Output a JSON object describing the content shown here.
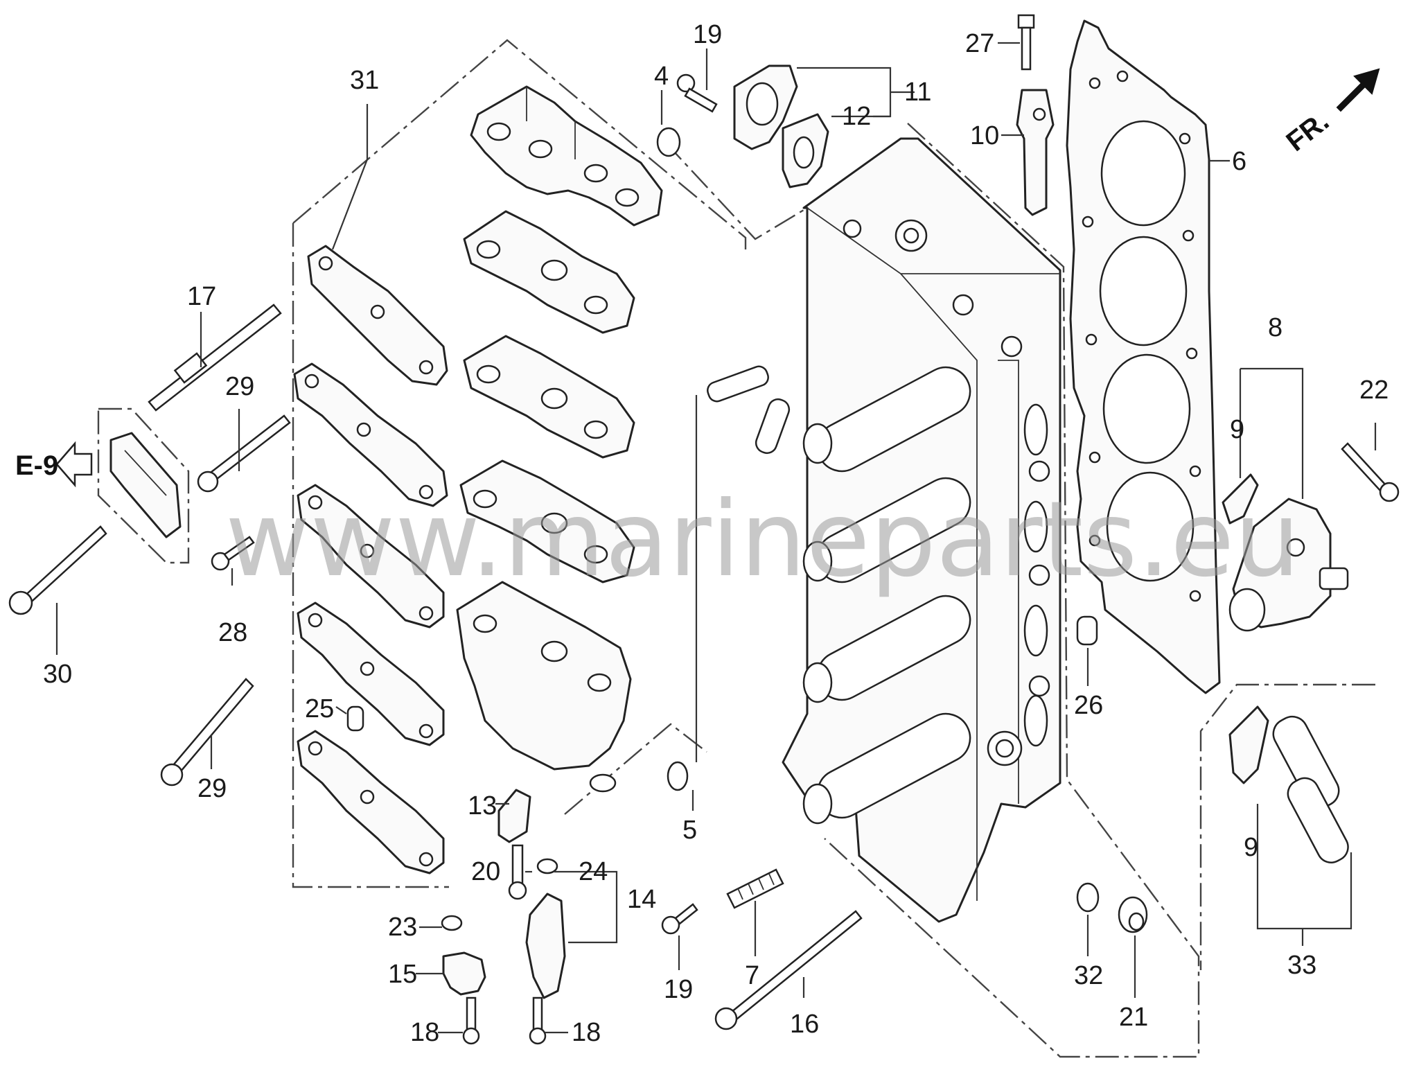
{
  "diagram": {
    "reference_label": "E-9",
    "front_label": "FR.",
    "watermark": "www.marineparts.eu",
    "callouts": [
      {
        "id": "c31",
        "text": "31"
      },
      {
        "id": "c19a",
        "text": "19"
      },
      {
        "id": "c4",
        "text": "4"
      },
      {
        "id": "c11",
        "text": "11"
      },
      {
        "id": "c12",
        "text": "12"
      },
      {
        "id": "c27",
        "text": "27"
      },
      {
        "id": "c10",
        "text": "10"
      },
      {
        "id": "c6",
        "text": "6"
      },
      {
        "id": "c17",
        "text": "17"
      },
      {
        "id": "c29a",
        "text": "29"
      },
      {
        "id": "c28",
        "text": "28"
      },
      {
        "id": "c30",
        "text": "30"
      },
      {
        "id": "c29b",
        "text": "29"
      },
      {
        "id": "c25",
        "text": "25"
      },
      {
        "id": "c8",
        "text": "8"
      },
      {
        "id": "c9a",
        "text": "9"
      },
      {
        "id": "c22",
        "text": "22"
      },
      {
        "id": "c26",
        "text": "26"
      },
      {
        "id": "c5",
        "text": "5"
      },
      {
        "id": "c13",
        "text": "13"
      },
      {
        "id": "c20",
        "text": "20"
      },
      {
        "id": "c24",
        "text": "24"
      },
      {
        "id": "c14",
        "text": "14"
      },
      {
        "id": "c23",
        "text": "23"
      },
      {
        "id": "c15",
        "text": "15"
      },
      {
        "id": "c19b",
        "text": "19"
      },
      {
        "id": "c7",
        "text": "7"
      },
      {
        "id": "c18a",
        "text": "18"
      },
      {
        "id": "c18b",
        "text": "18"
      },
      {
        "id": "c16",
        "text": "16"
      },
      {
        "id": "c32",
        "text": "32"
      },
      {
        "id": "c21",
        "text": "21"
      },
      {
        "id": "c9b",
        "text": "9"
      },
      {
        "id": "c33",
        "text": "33"
      }
    ]
  }
}
